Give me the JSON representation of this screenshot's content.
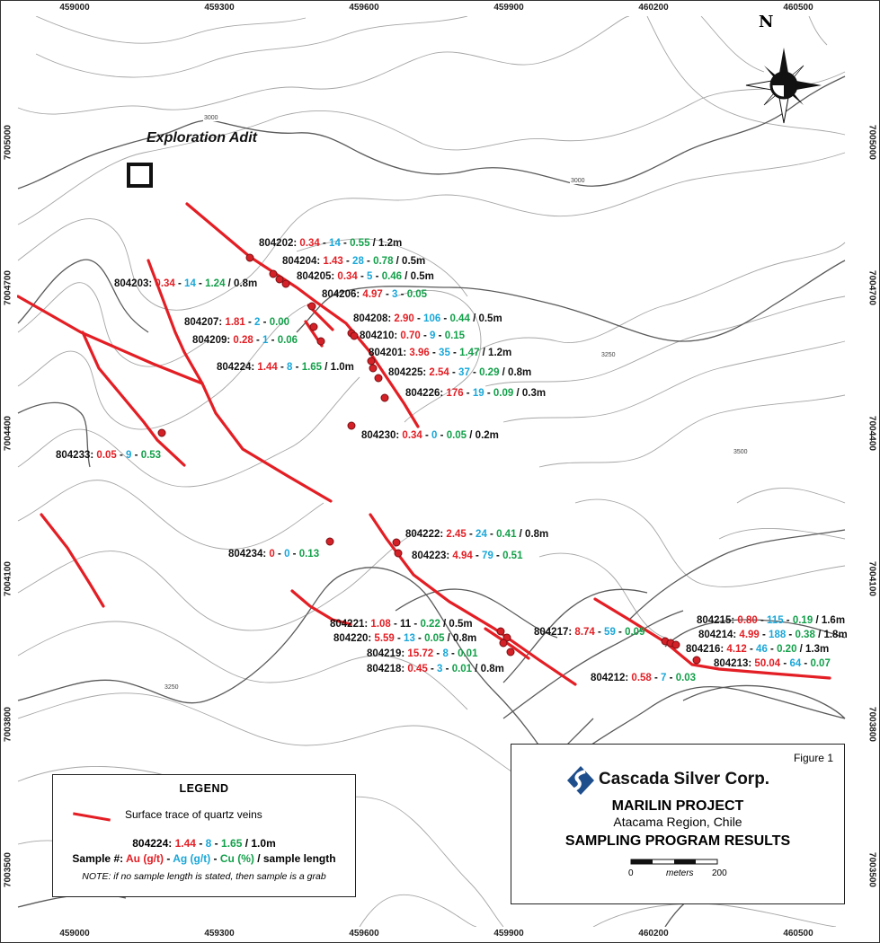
{
  "axes": {
    "eastings": [
      "459000",
      "459300",
      "459600",
      "459900",
      "460200",
      "460500"
    ],
    "northings": [
      "7005000",
      "7004700",
      "7004400",
      "7004100",
      "7003800",
      "7003500"
    ]
  },
  "contours": [
    "3000",
    "3000",
    "3250",
    "3500",
    "3250"
  ],
  "adit": {
    "label": "Exploration Adit"
  },
  "north": {
    "label": "N"
  },
  "samples": [
    {
      "id": "804202:",
      "au": "0.34",
      "ag": "14",
      "cu": "0.55",
      "len": "/ 1.2m"
    },
    {
      "id": "804204:",
      "au": "1.43",
      "ag": "28",
      "cu": "0.78",
      "len": "/ 0.5m"
    },
    {
      "id": "804205:",
      "au": "0.34",
      "ag": "5",
      "cu": "0.46",
      "len": "/ 0.5m"
    },
    {
      "id": "804203:",
      "au": "0.34",
      "ag": "14",
      "cu": "1.24",
      "len": "/ 0.8m"
    },
    {
      "id": "804206:",
      "au": "4.97",
      "ag": "3",
      "cu": "0.05",
      "len": ""
    },
    {
      "id": "804207:",
      "au": "1.81",
      "ag": "2",
      "cu": "0.00",
      "len": ""
    },
    {
      "id": "804208:",
      "au": "2.90",
      "ag": "106",
      "cu": "0.44",
      "len": "/ 0.5m"
    },
    {
      "id": "804210:",
      "au": "0.70",
      "ag": "9",
      "cu": "0.15",
      "len": ""
    },
    {
      "id": "804209:",
      "au": "0.28",
      "ag": "1",
      "cu": "0.06",
      "len": ""
    },
    {
      "id": "804201:",
      "au": "3.96",
      "ag": "35",
      "cu": "1.47",
      "len": "/ 1.2m"
    },
    {
      "id": "804224:",
      "au": "1.44",
      "ag": "8",
      "cu": "1.65",
      "len": "/ 1.0m"
    },
    {
      "id": "804225:",
      "au": "2.54",
      "ag": "37",
      "cu": "0.29",
      "len": "/ 0.8m"
    },
    {
      "id": "804226:",
      "au": "176",
      "ag": "19",
      "cu": "0.09",
      "len": "/ 0.3m"
    },
    {
      "id": "804230:",
      "au": "0.34",
      "ag": "0",
      "cu": "0.05",
      "len": "/ 0.2m"
    },
    {
      "id": "804233:",
      "au": "0.05",
      "ag": "9",
      "cu": "0.53",
      "len": ""
    },
    {
      "id": "804222:",
      "au": "2.45",
      "ag": "24",
      "cu": "0.41",
      "len": "/ 0.8m"
    },
    {
      "id": "804223:",
      "au": "4.94",
      "ag": "79",
      "cu": "0.51",
      "len": ""
    },
    {
      "id": "804234:",
      "au": "0",
      "ag": "0",
      "cu": "0.13",
      "len": ""
    },
    {
      "id": "804221:",
      "au": "1.08",
      "ag": "11",
      "cu": "0.22",
      "len": "/ 0.5m"
    },
    {
      "id": "804220:",
      "au": "5.59",
      "ag": "13",
      "cu": "0.05",
      "len": "/ 0.8m"
    },
    {
      "id": "804219:",
      "au": "15.72",
      "ag": "8",
      "cu": "0.01",
      "len": ""
    },
    {
      "id": "804218:",
      "au": "0.45",
      "ag": "3",
      "cu": "0.01",
      "len": "/ 0.8m"
    },
    {
      "id": "804217:",
      "au": "8.74",
      "ag": "59",
      "cu": "0.09",
      "len": ""
    },
    {
      "id": "804212:",
      "au": "0.58",
      "ag": "7",
      "cu": "0.03",
      "len": ""
    },
    {
      "id": "804215:",
      "au": "0.80",
      "ag": "115",
      "cu": "0.19",
      "len": "/ 1.6m"
    },
    {
      "id": "804214:",
      "au": "4.99",
      "ag": "188",
      "cu": "0.38",
      "len": "/ 1.8m"
    },
    {
      "id": "804216:",
      "au": "4.12",
      "ag": "46",
      "cu": "0.20",
      "len": "/ 1.3m"
    },
    {
      "id": "804213:",
      "au": "50.04",
      "ag": "64",
      "cu": "0.07",
      "len": ""
    }
  ],
  "legend": {
    "title": "LEGEND",
    "vein": "Surface trace of quartz veins",
    "example_id": "804224:",
    "example_au": "1.44",
    "example_ag": "8",
    "example_cu": "1.65",
    "example_len": "/ 1.0m",
    "key_sample": "Sample #:",
    "key_au": "Au (g/t)",
    "key_ag": "Ag (g/t)",
    "key_cu": "Cu (%)",
    "key_len": "/ sample length",
    "note": "NOTE: if no sample length is stated, then sample is a grab"
  },
  "title_block": {
    "figure": "Figure 1",
    "company": "Cascada Silver Corp.",
    "project": "MARILIN PROJECT",
    "region": "Atacama Region, Chile",
    "subtitle": "SAMPLING PROGRAM RESULTS",
    "scale_start": "0",
    "scale_unit": "meters",
    "scale_end": "200"
  },
  "colors": {
    "vein": "#e31e24",
    "au": "#e31e24",
    "ag": "#1aa7d8",
    "cu": "#13a04a",
    "contour_index": "#555555",
    "contour": "#9a9a9a"
  }
}
